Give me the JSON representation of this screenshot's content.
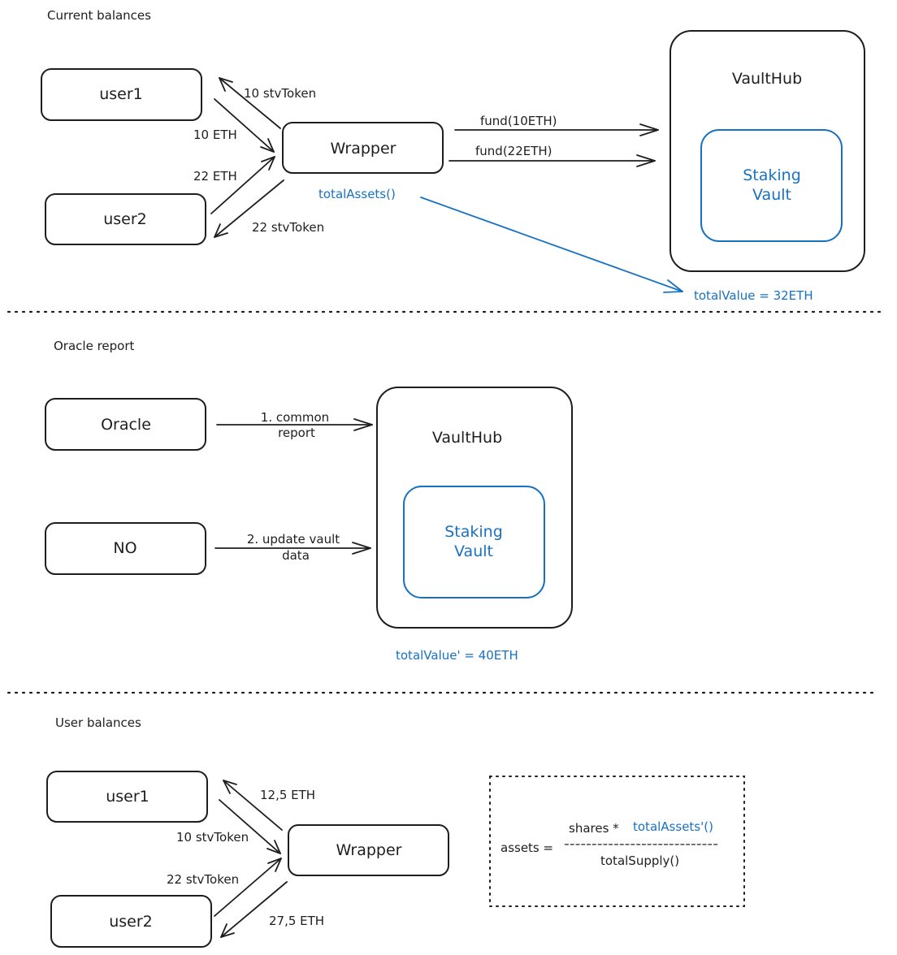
{
  "sections": {
    "current": {
      "title": "Current balances",
      "user1": "user1",
      "user2": "user2",
      "wrapper": "Wrapper",
      "vaulthub": "VaultHub",
      "staking_line1": "Staking",
      "staking_line2": "Vault",
      "a_u1_eth": "10 ETH",
      "a_u1_stv": "10 stvToken",
      "a_u2_eth": "22 ETH",
      "a_u2_stv": "22 stvToken",
      "fund1": "fund(10ETH)",
      "fund2": "fund(22ETH)",
      "total_assets": "totalAssets()",
      "total_value": "totalValue = 32ETH"
    },
    "oracle": {
      "title": "Oracle report",
      "oracle": "Oracle",
      "no": "NO",
      "vaulthub": "VaultHub",
      "staking_line1": "Staking",
      "staking_line2": "Vault",
      "report_line1": "1. common",
      "report_line2": "report",
      "update_line1": "2. update vault",
      "update_line2": "data",
      "total_value": "totalValue' = 40ETH"
    },
    "balances": {
      "title": "User balances",
      "user1": "user1",
      "user2": "user2",
      "wrapper": "Wrapper",
      "a_u1_eth": "12,5 ETH",
      "a_u1_stv": "10 stvToken",
      "a_u2_stv": "22 stvToken",
      "a_u2_eth": "27,5 ETH",
      "formula": {
        "lhs": "assets =",
        "num_shares": "shares *",
        "num_assets": "totalAssets'()",
        "fraction_bar": "----------------------------",
        "den": "totalSupply()"
      }
    }
  },
  "colors": {
    "ink": "#1e1e1e",
    "accent": "#1971c2"
  }
}
